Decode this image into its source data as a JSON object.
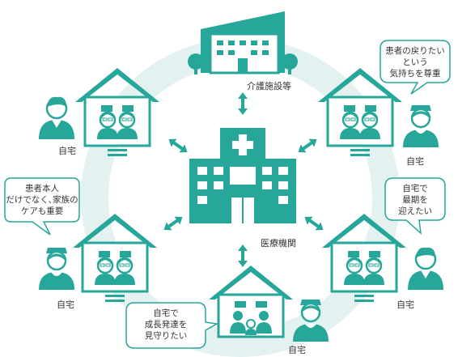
{
  "colors": {
    "teal": "#27a79a",
    "ring": "#e3f2f0",
    "ring_inner": "#ffffff",
    "dark": "#1f8f84",
    "text": "#333333"
  },
  "labels": {
    "care_facility": "介護施設等",
    "medical_institution": "医療機関",
    "home": "自宅"
  },
  "bubbles": {
    "top_right": [
      "患者の戻りたい",
      "という",
      "気持ちを尊重"
    ],
    "left": [
      "患者本人",
      "だけでなく､家族の",
      "ケアも重要"
    ],
    "right": [
      "自宅で",
      "最期を",
      "迎えたい"
    ],
    "bottom": [
      "自宅で",
      "成長発達を",
      "見守りたい"
    ]
  },
  "icons": [
    "hospital-icon",
    "care-facility-icon",
    "house-icon",
    "doctor-icon",
    "nurse-icon",
    "elderly-couple-icon",
    "family-icon",
    "double-arrow-icon"
  ]
}
